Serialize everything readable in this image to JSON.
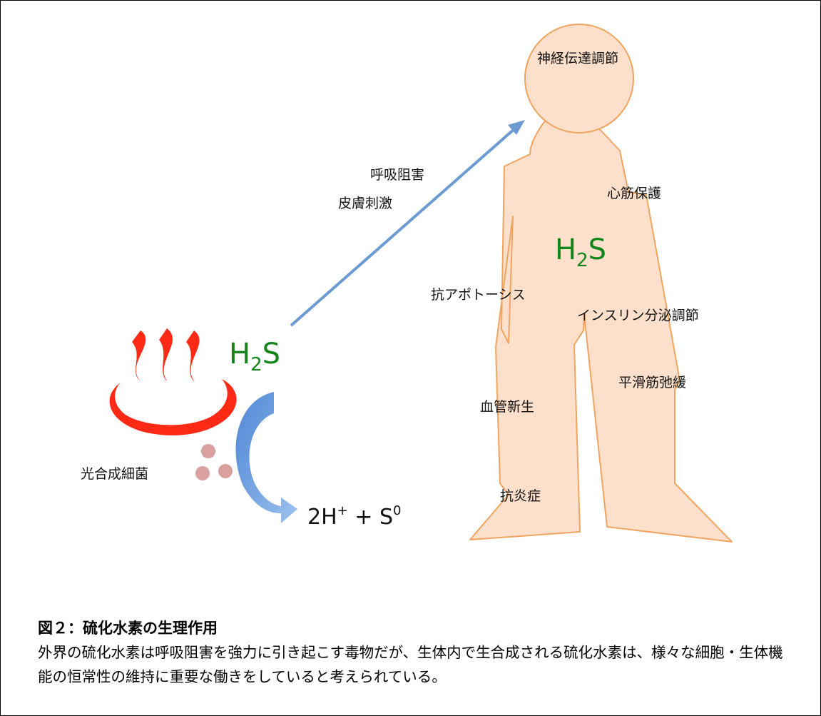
{
  "colors": {
    "body_fill": "#fde0cc",
    "body_stroke": "#f0a460",
    "arrow": "#6b9bd2",
    "curved_arrow": "#5b90d8",
    "onsen": "#ff2a16",
    "h2s_green": "#12861b",
    "bacteria": "#d9a0a0"
  },
  "icons": {
    "hot_spring": "hot-spring-icon",
    "bacteria": "bacteria-dots-icon"
  },
  "diagram": {
    "h2s_left": {
      "main": "H",
      "sub": "2",
      "tail": "S"
    },
    "h2s_body": {
      "main": "H",
      "sub": "2",
      "tail": "S"
    },
    "arrow_labels": {
      "respiratory": "呼吸阻害",
      "skin": "皮膚刺激"
    },
    "bacteria_label": "光合成細菌",
    "formula": {
      "coef": "2H",
      "sup1": "+",
      "plus": " + S",
      "sup2": "0"
    },
    "body_labels": {
      "neuro": "神経伝達調節",
      "cardio": "心筋保護",
      "antiapoptosis": "抗アポトーシス",
      "insulin": "インスリン分泌調節",
      "smooth_muscle": "平滑筋弛緩",
      "angiogenesis": "血管新生",
      "antiinflammation": "抗炎症"
    }
  },
  "caption": {
    "title": "図２：硫化水素の生理作用",
    "body": "外界の硫化水素は呼吸阻害を強力に引き起こす毒物だが、生体内で生合成される硫化水素は、様々な細胞・生体機能の恒常性の維持に重要な働きをしていると考えられている。"
  }
}
